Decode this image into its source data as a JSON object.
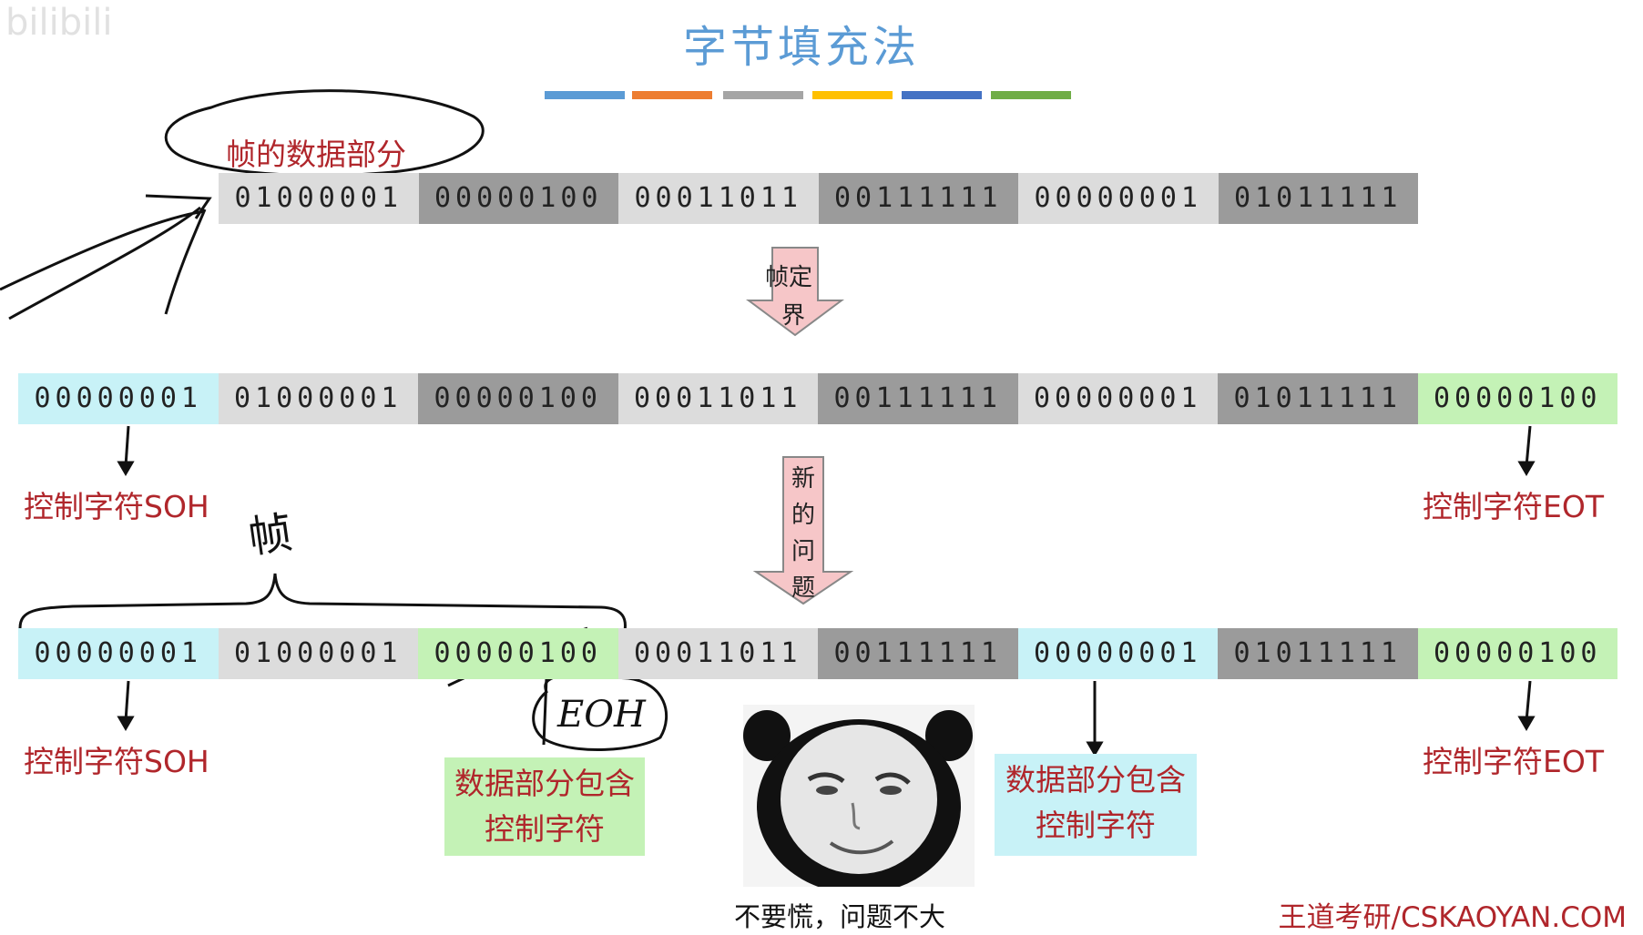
{
  "watermark": "bilibili",
  "title": "字节填充法",
  "color_bar": [
    "#5b9bd5",
    "#ed7d31",
    "#a5a5a5",
    "#ffc000",
    "#4472c4",
    "#70ad47"
  ],
  "colors": {
    "light": "#dcdcdc",
    "dark": "#9b9b9b",
    "cyan": "#c8f2f7",
    "green": "#c4f2b6",
    "label": "#b0262b"
  },
  "top_label": "帧的数据部分",
  "row1": [
    "01000001",
    "00000100",
    "00011011",
    "00111111",
    "00000001",
    "01011111"
  ],
  "arrow1": {
    "line1": "帧定",
    "line2": "界"
  },
  "row2": [
    "00000001",
    "01000001",
    "00000100",
    "00011011",
    "00111111",
    "00000001",
    "01011111",
    "00000100"
  ],
  "soh_label": "控制字符SOH",
  "eot_label": "控制字符EOT",
  "arrow2": [
    "新",
    "的",
    "问",
    "题"
  ],
  "hand_frame": "帧",
  "row3": [
    "00000001",
    "01000001",
    "00000100",
    "00011011",
    "00111111",
    "00000001",
    "01011111",
    "00000100"
  ],
  "eoh_handwritten": "EOH",
  "data_contains": {
    "line1": "数据部分包含",
    "line2": "控制字符"
  },
  "meme_caption": "不要慌，问题不大",
  "footer": "王道考研/CSKAOYAN.COM"
}
